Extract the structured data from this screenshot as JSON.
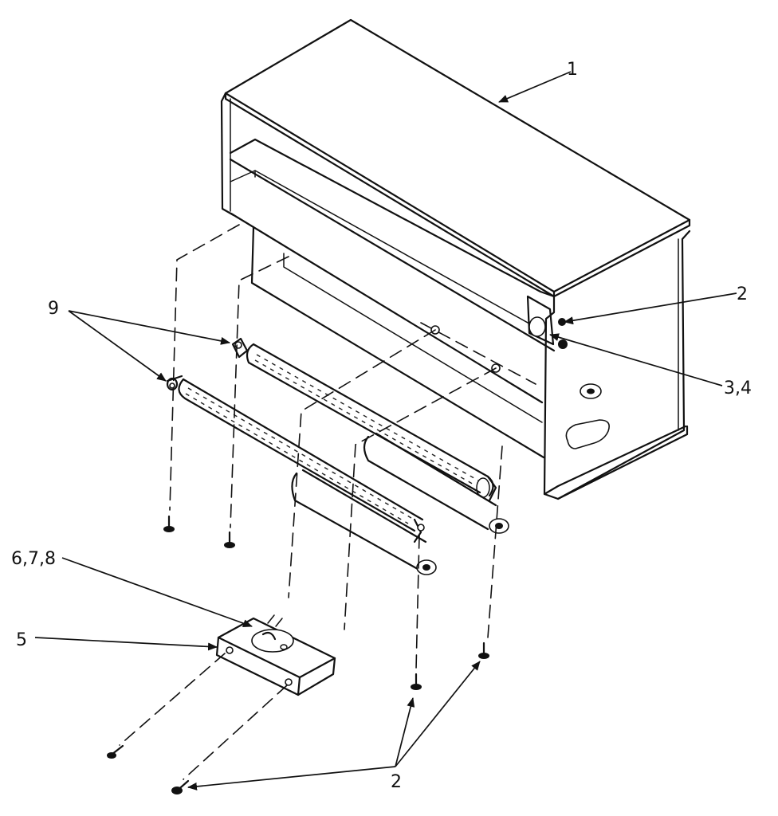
{
  "callouts": {
    "housing": "1",
    "screw_top": "2",
    "nut_washer": "3,4",
    "burner_tubes": "9",
    "valve_parts": "6,7,8",
    "bracket": "5",
    "screws_bottom": "2"
  }
}
